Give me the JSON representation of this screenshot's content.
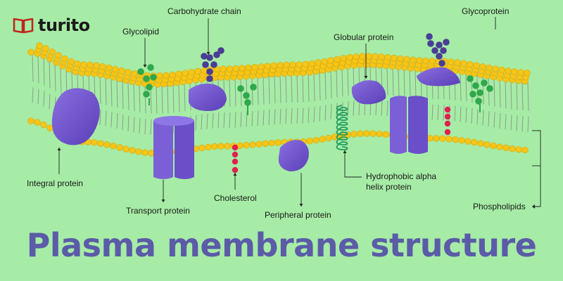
{
  "brand": {
    "name": "turito",
    "icon": "open-book-icon",
    "color": "#c0261f"
  },
  "title": "Plasma membrane structure",
  "labels": {
    "carbohydrate_chain": "Carbohydrate chain",
    "glycolipid": "Glycolipid",
    "glycoprotein": "Glycoprotein",
    "globular_protein": "Globular protein",
    "integral_protein": "Integral protein",
    "transport_protein": "Transport protein",
    "cholesterol": "Cholesterol",
    "peripheral_protein": "Peripheral protein",
    "hydrophobic_alpha_helix_protein_line1": "Hydrophobic alpha",
    "hydrophobic_alpha_helix_protein_line2": "helix protein",
    "phospholipids": "Phospholipids"
  },
  "colors": {
    "background": "#a6eca6",
    "lipid_head": "#f5c518",
    "protein": "#6a4fc8",
    "glycolipid": "#2ea84a",
    "carbohydrate": "#4a3d96",
    "cholesterol": "#e0204e",
    "title": "#5b5ba8"
  }
}
